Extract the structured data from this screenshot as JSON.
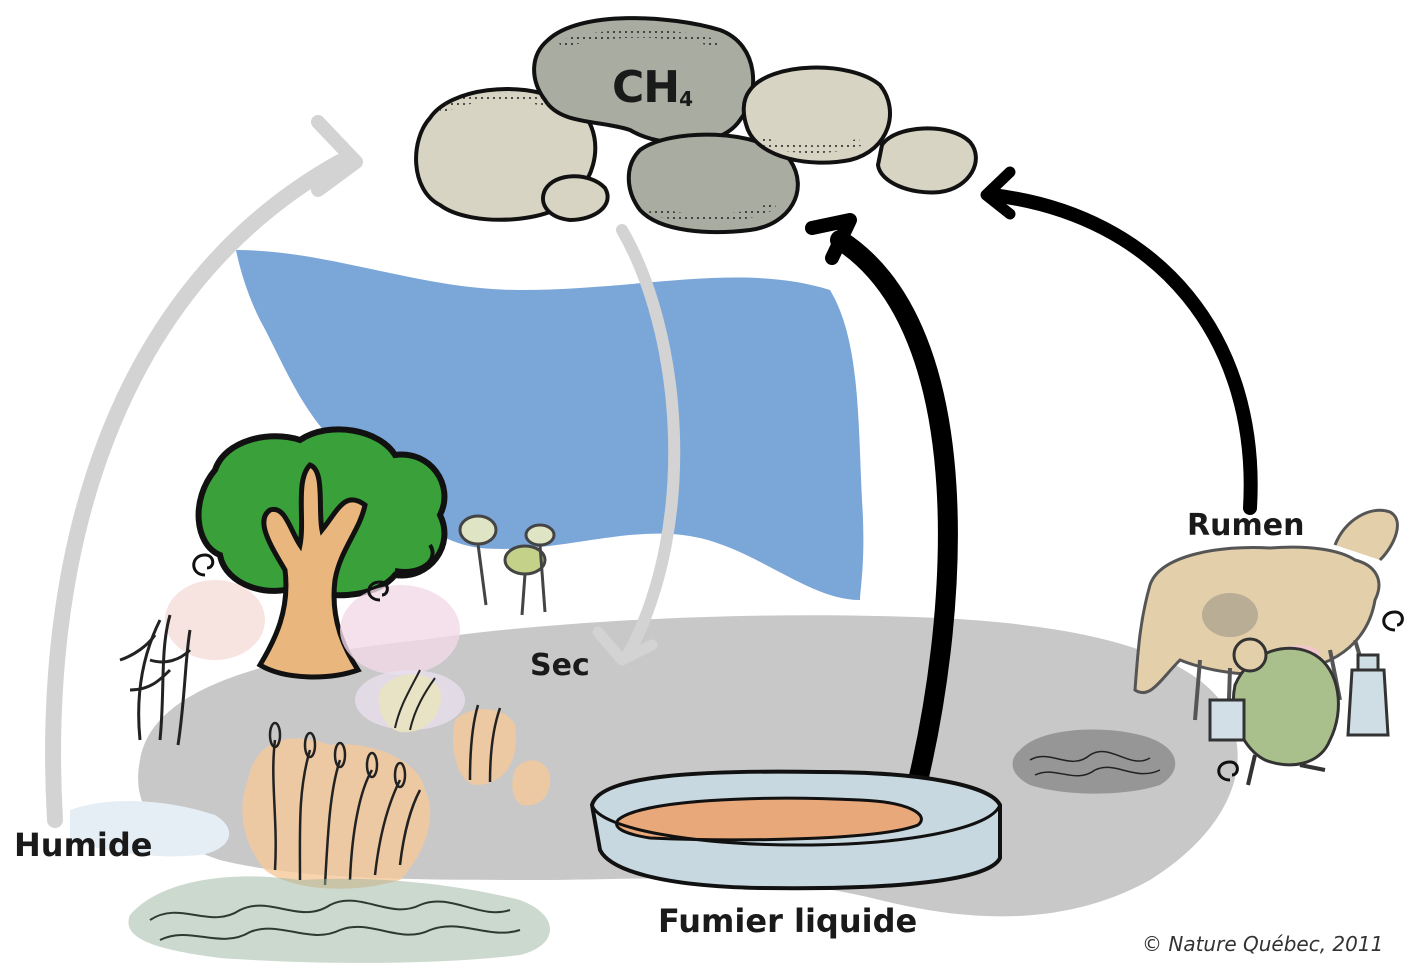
{
  "labels": {
    "gas_main": "CH",
    "gas_subscript": "4",
    "rumen": "Rumen",
    "sec": "Sec",
    "humide": "Humide",
    "fumier": "Fumier liquide",
    "credit": "© Nature Québec, 2011"
  },
  "colors": {
    "ground": "#c9c8c8",
    "water": "#7ba7d8",
    "cloud_grey": "#a8aca1",
    "cloud_beige": "#d8d4c4",
    "arrow_light": "#d3d3d3",
    "arrow_dark": "#000000",
    "tree_foliage": "#3aa13a",
    "tree_trunk": "#e9b77e",
    "cow": "#e3cfaa",
    "pan": "#c8d8e0",
    "manure": "#e9a87a"
  },
  "icons": [
    "methane-cloud-icon",
    "tree-icon",
    "cow-icon",
    "farmer-icon",
    "milk-can-icon",
    "manure-pan-icon",
    "grass-icon",
    "corn-icon",
    "wheat-icon",
    "mushroom-icon",
    "compost-pile-icon",
    "swirl-icon"
  ]
}
